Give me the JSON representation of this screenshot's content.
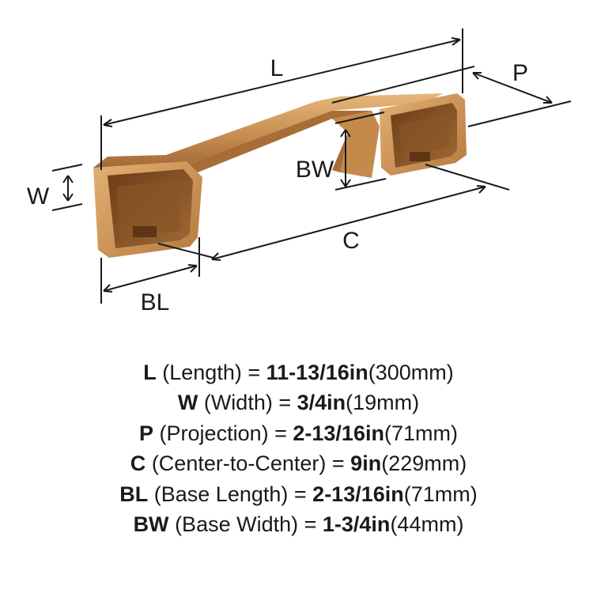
{
  "dimension_labels": {
    "L": "L",
    "W": "W",
    "P": "P",
    "BW": "BW",
    "C": "C",
    "BL": "BL"
  },
  "colors": {
    "metal_light": "#d9a76a",
    "metal_mid": "#b97f44",
    "metal_dark": "#7a4a22",
    "line": "#1a1a1a"
  },
  "specs": [
    {
      "abbr": "L",
      "name": "(Length) =",
      "imperial": "11-13/16in",
      "metric": "(300mm)"
    },
    {
      "abbr": "W",
      "name": "(Width) =",
      "imperial": "3/4in",
      "metric": "(19mm)"
    },
    {
      "abbr": "P",
      "name": "(Projection) =",
      "imperial": "2-13/16in",
      "metric": "(71mm)"
    },
    {
      "abbr": "C",
      "name": "(Center-to-Center) =",
      "imperial": "9in",
      "metric": "(229mm)"
    },
    {
      "abbr": "BL",
      "name": "(Base Length) =",
      "imperial": "2-13/16in",
      "metric": "(71mm)"
    },
    {
      "abbr": "BW",
      "name": "(Base Width) =",
      "imperial": "1-3/4in",
      "metric": "(44mm)"
    }
  ]
}
